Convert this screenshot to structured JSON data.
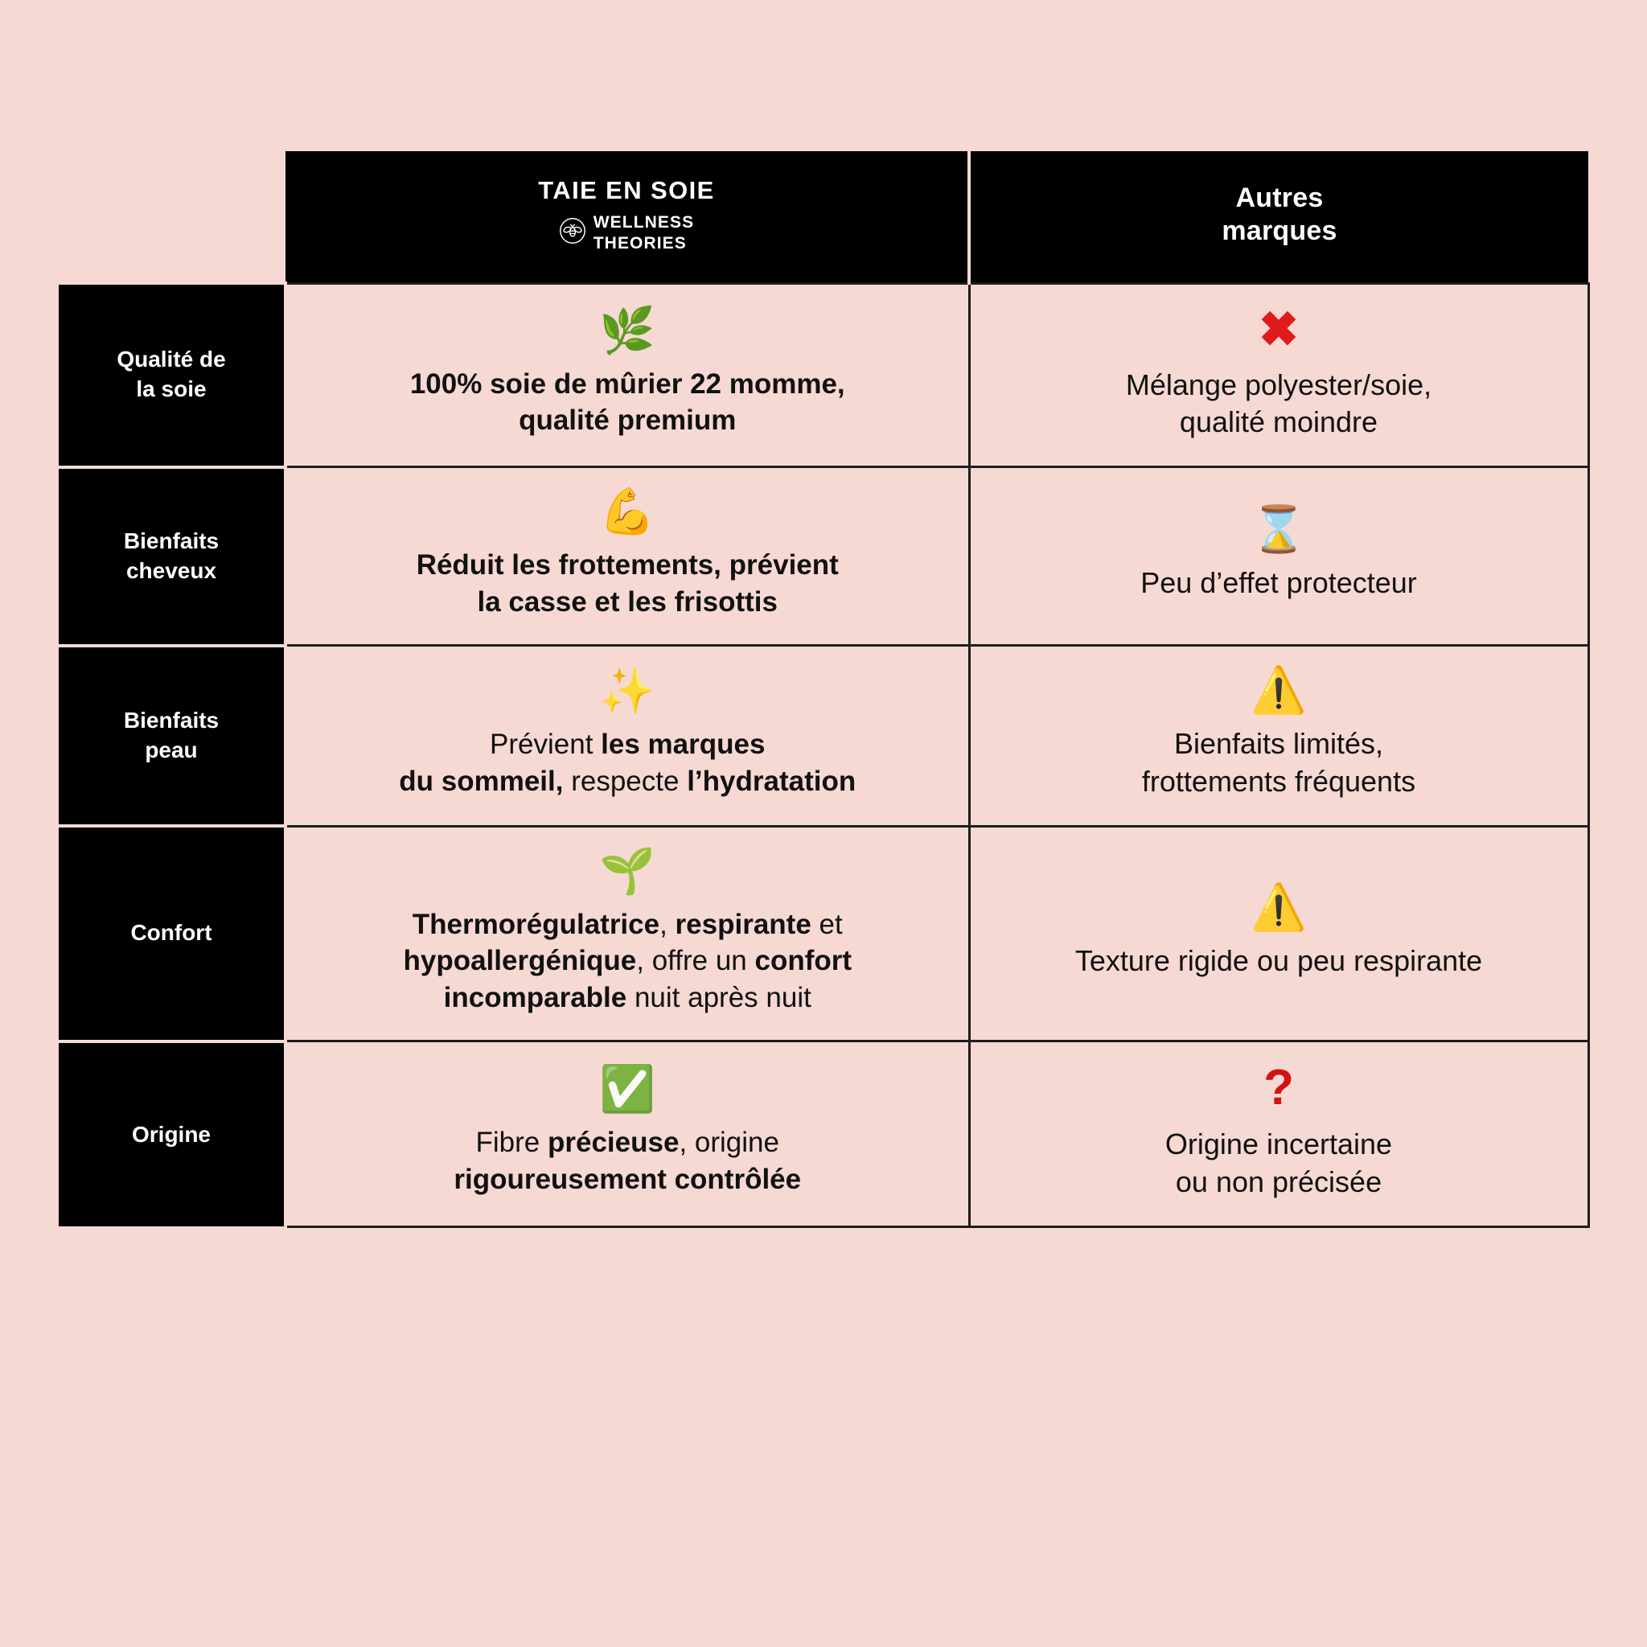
{
  "page": {
    "background_color": "#f6d9d3",
    "accent_black": "#000000",
    "red": "#e01b1b",
    "green_check": "#1fa932"
  },
  "header": {
    "label_column": "",
    "brand": {
      "title": "TAIE EN SOIE",
      "logo_icon": "bee-in-circle-icon",
      "sub_line1": "WELLNESS",
      "sub_line2": "THEORIES"
    },
    "other": {
      "line1": "Autres",
      "line2": "marques"
    }
  },
  "rows": [
    {
      "label_line1": "Qualité de",
      "label_line2": "la soie",
      "brand": {
        "icon": "herb-leaf-icon",
        "icon_glyph": "🌿",
        "text_html": "100% soie de mûrier 22 momme,<br>qualité premium",
        "weight": "bold"
      },
      "other": {
        "icon": "red-cross-mark-icon",
        "icon_glyph": "✖",
        "text_html": "Mélange polyester/soie,<br>qualité moindre",
        "weight": "regular"
      }
    },
    {
      "label_line1": "Bienfaits",
      "label_line2": "cheveux",
      "brand": {
        "icon": "flexed-biceps-icon",
        "icon_glyph": "💪",
        "text_html": "Réduit les frottements, prévient<br>la casse et les frisottis",
        "weight": "bold"
      },
      "other": {
        "icon": "hourglass-icon",
        "icon_glyph": "⌛",
        "text_html": "Peu d’effet protecteur",
        "weight": "regular"
      }
    },
    {
      "label_line1": "Bienfaits",
      "label_line2": "peau",
      "brand": {
        "icon": "sparkles-icon",
        "icon_glyph": "✨",
        "text_html": "Prévient <b>les marques</b><br><b>du sommeil,</b> respecte <b>l’hydratation</b>",
        "weight": "mixed"
      },
      "other": {
        "icon": "warning-triangle-icon",
        "icon_glyph": "⚠️",
        "text_html": "Bienfaits limités,<br>frottements fréquents",
        "weight": "regular"
      }
    },
    {
      "label_line1": "Confort",
      "label_line2": "",
      "brand": {
        "icon": "seedling-icon",
        "icon_glyph": "🌱",
        "text_html": "<b>Thermorégulatrice</b>, <b>respirante</b> et<br><b>hypoallergénique</b>, offre un <b>confort</b><br><b>incomparable</b> nuit après nuit",
        "weight": "mixed"
      },
      "other": {
        "icon": "warning-triangle-icon",
        "icon_glyph": "⚠️",
        "text_html": "Texture rigide ou peu respirante",
        "weight": "regular"
      }
    },
    {
      "label_line1": "Origine",
      "label_line2": "",
      "brand": {
        "icon": "green-check-mark-icon",
        "icon_glyph": "✅",
        "text_html": "Fibre <b>précieuse</b>, origine<br><b>rigoureusement contrôlée</b>",
        "weight": "mixed"
      },
      "other": {
        "icon": "red-question-mark-icon",
        "icon_glyph": "?",
        "text_html": "Origine incertaine<br>ou non précisée",
        "weight": "regular"
      }
    }
  ]
}
